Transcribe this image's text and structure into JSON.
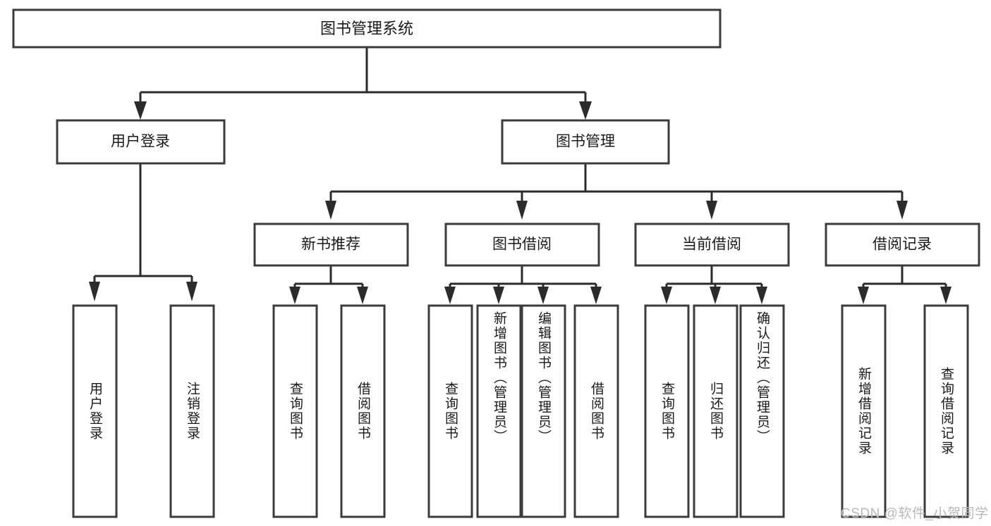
{
  "diagram": {
    "type": "tree",
    "title": "图书管理系统",
    "watermark": "CSDN @软件_小贺同学",
    "colors": {
      "box_stroke": "#3b3b3b",
      "box_fill": "#ffffff",
      "connector": "#2b2b2b",
      "text": "#1a1a1a",
      "watermark": "#b9b9b9",
      "background": "#ffffff"
    },
    "root": {
      "label": "图书管理系统"
    },
    "level2": [
      {
        "label": "用户登录"
      },
      {
        "label": "图书管理"
      }
    ],
    "level3": [
      {
        "label": "新书推荐"
      },
      {
        "label": "图书借阅"
      },
      {
        "label": "当前借阅"
      },
      {
        "label": "借阅记录"
      }
    ],
    "leaves": [
      {
        "label": "用户登录",
        "parent": "用户登录"
      },
      {
        "label": "注销登录",
        "parent": "用户登录"
      },
      {
        "label": "查询图书",
        "parent": "新书推荐"
      },
      {
        "label": "借阅图书",
        "parent": "新书推荐"
      },
      {
        "label": "查询图书",
        "parent": "图书借阅"
      },
      {
        "label": "新增图书（管理员）",
        "parent": "图书借阅"
      },
      {
        "label": "编辑图书（管理员）",
        "parent": "图书借阅"
      },
      {
        "label": "借阅图书",
        "parent": "图书借阅"
      },
      {
        "label": "查询图书",
        "parent": "当前借阅"
      },
      {
        "label": "归还图书",
        "parent": "当前借阅"
      },
      {
        "label": "确认归还（管理员）",
        "parent": "当前借阅"
      },
      {
        "label": "新增借阅记录",
        "parent": "借阅记录"
      },
      {
        "label": "查询借阅记录",
        "parent": "借阅记录"
      }
    ]
  },
  "chart_data": {
    "type": "table",
    "title": "图书管理系统",
    "nodes": [
      "图书管理系统",
      "用户登录",
      "图书管理",
      "新书推荐",
      "图书借阅",
      "当前借阅",
      "借阅记录",
      "用户登录",
      "注销登录",
      "查询图书",
      "借阅图书",
      "查询图书",
      "新增图书（管理员）",
      "编辑图书（管理员）",
      "借阅图书",
      "查询图书",
      "归还图书",
      "确认归还（管理员）",
      "新增借阅记录",
      "查询借阅记录"
    ],
    "edges": [
      [
        "图书管理系统",
        "用户登录"
      ],
      [
        "图书管理系统",
        "图书管理"
      ],
      [
        "用户登录",
        "用户登录"
      ],
      [
        "用户登录",
        "注销登录"
      ],
      [
        "图书管理",
        "新书推荐"
      ],
      [
        "图书管理",
        "图书借阅"
      ],
      [
        "图书管理",
        "当前借阅"
      ],
      [
        "图书管理",
        "借阅记录"
      ],
      [
        "新书推荐",
        "查询图书"
      ],
      [
        "新书推荐",
        "借阅图书"
      ],
      [
        "图书借阅",
        "查询图书"
      ],
      [
        "图书借阅",
        "新增图书（管理员）"
      ],
      [
        "图书借阅",
        "编辑图书（管理员）"
      ],
      [
        "图书借阅",
        "借阅图书"
      ],
      [
        "当前借阅",
        "查询图书"
      ],
      [
        "当前借阅",
        "归还图书"
      ],
      [
        "当前借阅",
        "确认归还（管理员）"
      ],
      [
        "借阅记录",
        "新增借阅记录"
      ],
      [
        "借阅记录",
        "查询借阅记录"
      ]
    ]
  }
}
